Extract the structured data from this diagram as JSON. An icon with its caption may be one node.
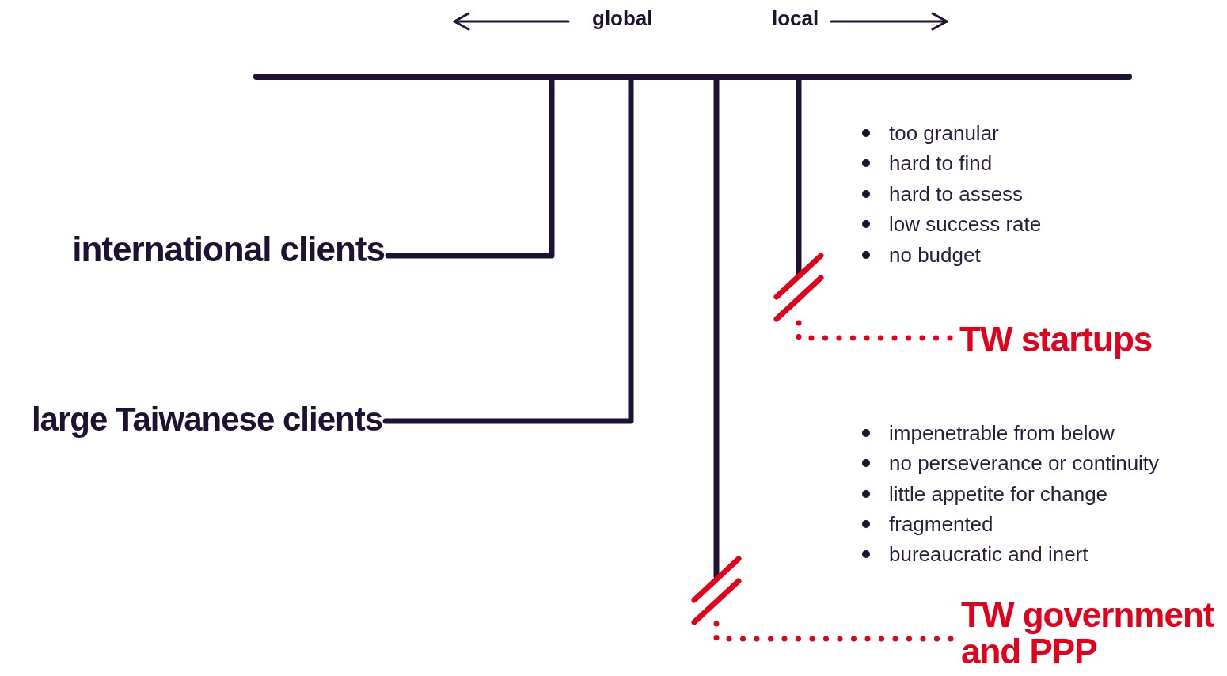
{
  "diagram": {
    "nodes": [
      {
        "text": [],
        "shape": "bar"
      },
      {
        "text": [
          "international clients"
        ]
      },
      {
        "text": [
          "large Taiwanese clients"
        ]
      },
      {
        "text": [
          "TW startups"
        ]
      },
      {
        "text": [
          "TW government and PPP"
        ]
      }
    ],
    "edges": [
      {
        "from": 0,
        "to": 1,
        "arrow": "none"
      },
      {
        "from": 0,
        "to": 2,
        "arrow": "none"
      },
      {
        "from": 0,
        "to": 3,
        "arrow": "none",
        "style": "dashed",
        "color": "#e2001a"
      },
      {
        "from": 0,
        "to": 4,
        "arrow": "none",
        "style": "dashed",
        "color": "#e2001a"
      }
    ],
    "labels": [
      "global",
      "local",
      "too granular",
      "hard to find",
      "hard to assess",
      "low success rate",
      "no budget",
      "impenetrable from below",
      "no perseverance or continuity",
      "little appetite for change",
      "fragmented",
      "bureaucratic and inert"
    ]
  }
}
